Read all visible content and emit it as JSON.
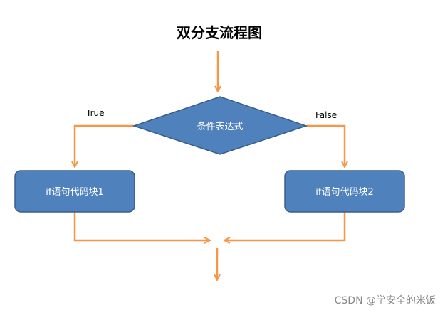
{
  "title": "双分支流程图",
  "nodes": {
    "condition": {
      "label": "条件表达式"
    },
    "if_block_1": {
      "label": "if语句代码块1"
    },
    "if_block_2": {
      "label": "if语句代码块2"
    }
  },
  "edges": {
    "true_label": "True",
    "false_label": "False"
  },
  "watermark": "CSDN @学安全的米饭",
  "colors": {
    "node_fill": "#4f81bd",
    "node_stroke": "#385d8a",
    "arrow": "#f79646",
    "node_text": "#ffffff"
  }
}
